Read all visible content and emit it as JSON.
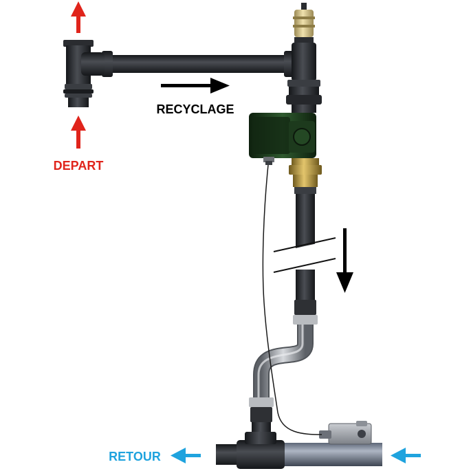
{
  "labels": {
    "depart": "DEPART",
    "recyclage": "RECYCLAGE",
    "retour": "RETOUR"
  },
  "colors": {
    "depart": "#e0241b",
    "retour": "#1fa3de",
    "flow_arrow": "#000000",
    "pipe": "#2b2d31",
    "pump_body": "#1f3a1f",
    "brass": "#b8963a",
    "valve_cap": "#d8c48a",
    "flex_hose": "#9a9ea4",
    "return_pipe": "#8d96a8"
  },
  "icons": {
    "depart_arrows": "arrow-up-icon",
    "recyclage_arrow": "arrow-right-icon",
    "flow_down_arrow": "arrow-down-icon",
    "retour_arrows": "arrow-left-icon"
  }
}
